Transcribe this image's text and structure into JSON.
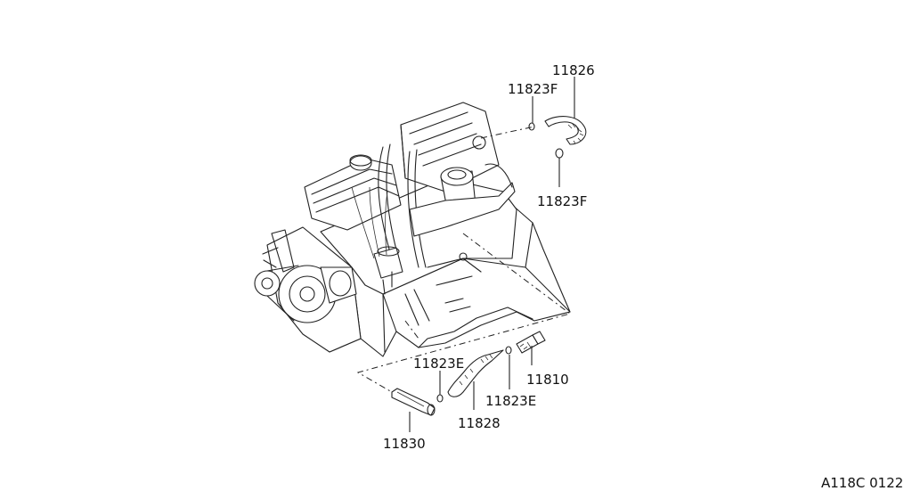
{
  "diagram": {
    "parts": [
      {
        "id": "p11826",
        "label": "11826"
      },
      {
        "id": "p11823f_top",
        "label": "11823F"
      },
      {
        "id": "p11823f_bottom",
        "label": "11823F"
      },
      {
        "id": "p11823e_left",
        "label": "11823E"
      },
      {
        "id": "p11810",
        "label": "11810"
      },
      {
        "id": "p11823e_right",
        "label": "11823E"
      },
      {
        "id": "p11828",
        "label": "11828"
      },
      {
        "id": "p11830",
        "label": "11830"
      }
    ],
    "figure_code": "A118C 0122"
  }
}
